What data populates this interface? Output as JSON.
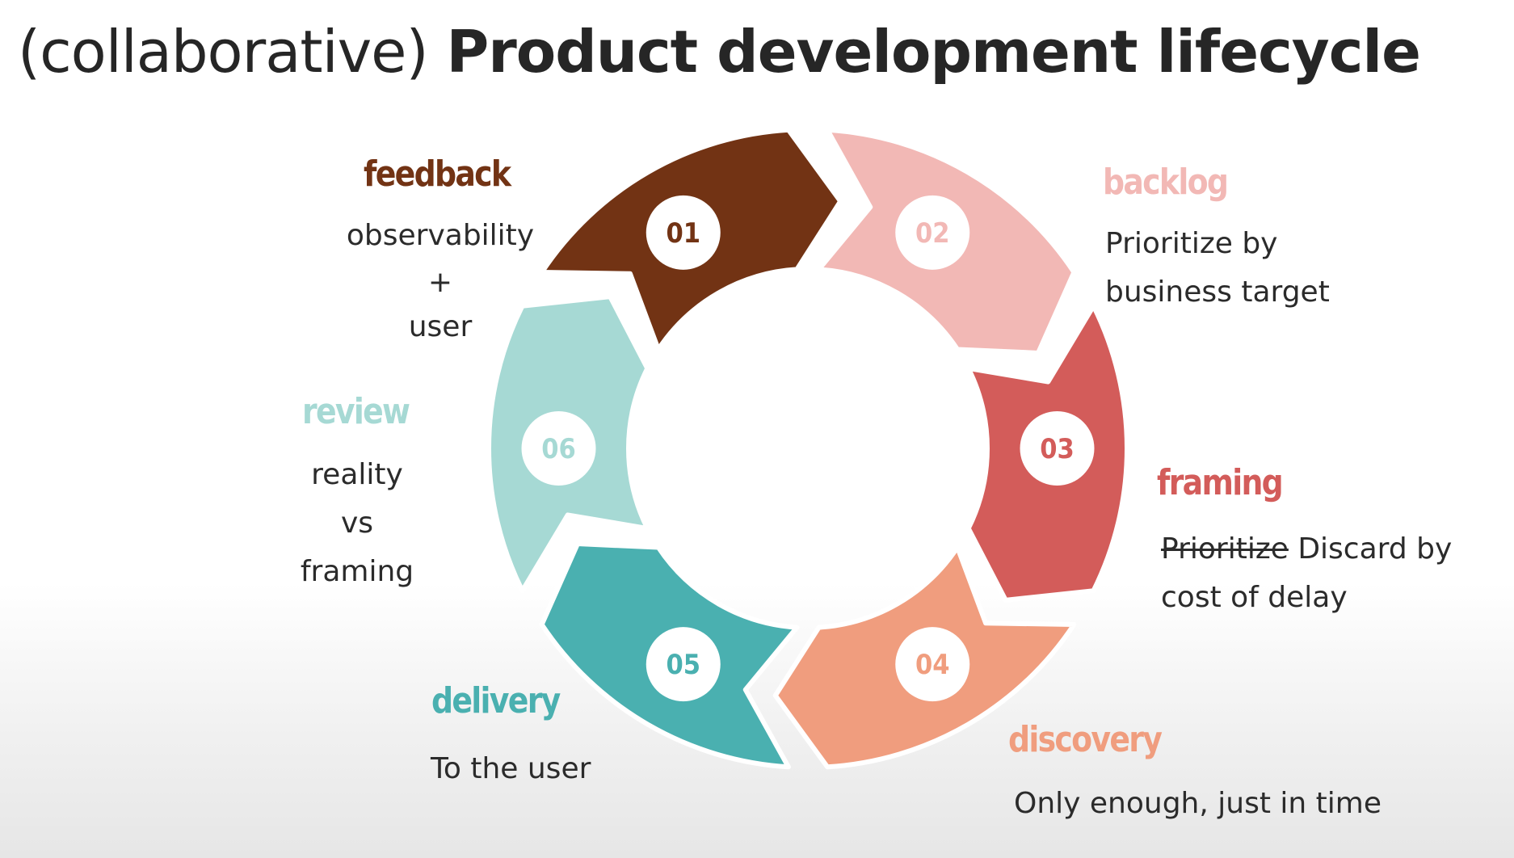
{
  "title": {
    "prefix": "(collaborative)",
    "main": "Product development lifecycle"
  },
  "colors": {
    "feedback": "#723314",
    "backlog": "#f2b8b5",
    "framing": "#d35c5a",
    "discovery": "#f09d7e",
    "delivery": "#4ab0b0",
    "review": "#a6d9d4",
    "text": "#2b2b2b"
  },
  "stages": [
    {
      "number": "01",
      "name": "feedback",
      "lines": [
        "observability",
        "+",
        "user"
      ]
    },
    {
      "number": "02",
      "name": "backlog",
      "lines": [
        "Prioritize by",
        "business target"
      ]
    },
    {
      "number": "03",
      "name": "framing",
      "strike": "Prioritize",
      "line1_rest": " Discard by",
      "line2": "cost of delay"
    },
    {
      "number": "04",
      "name": "discovery",
      "lines": [
        "Only enough, just in time"
      ]
    },
    {
      "number": "05",
      "name": "delivery",
      "lines": [
        "To the user"
      ]
    },
    {
      "number": "06",
      "name": "review",
      "lines": [
        "reality",
        "vs",
        "framing"
      ]
    }
  ]
}
